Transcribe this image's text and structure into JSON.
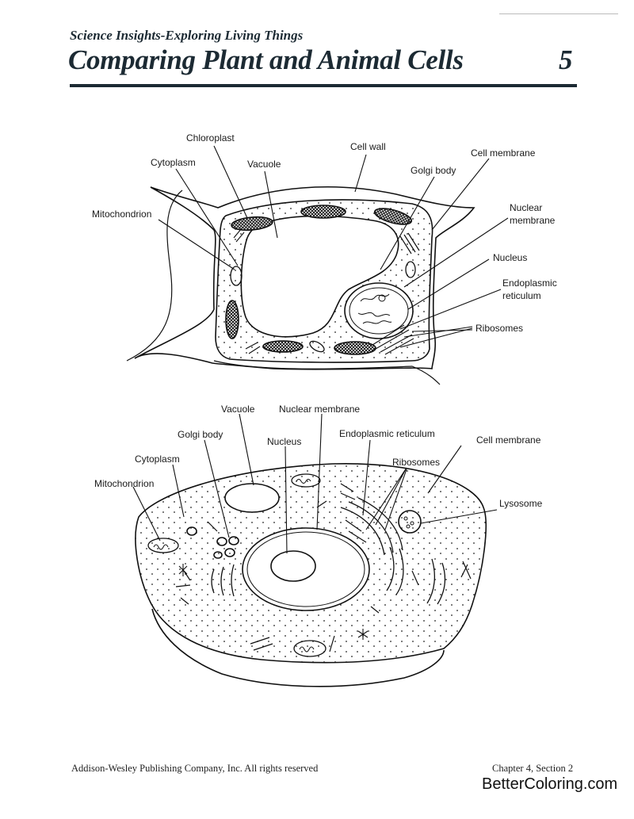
{
  "header": {
    "series": "Science Insights-Exploring Living Things",
    "title": "Comparing Plant and Animal Cells",
    "page_number": "5"
  },
  "plant_cell": {
    "labels": {
      "chloroplast": "Chloroplast",
      "cytoplasm": "Cytoplasm",
      "vacuole": "Vacuole",
      "cell_wall": "Cell wall",
      "cell_membrane": "Cell membrane",
      "golgi_body": "Golgi body",
      "mitochondrion": "Mitochondrion",
      "nuclear_membrane_1": "Nuclear",
      "nuclear_membrane_2": "membrane",
      "nucleus": "Nucleus",
      "er_1": "Endoplasmic",
      "er_2": "reticulum",
      "ribosomes": "Ribosomes"
    }
  },
  "animal_cell": {
    "labels": {
      "vacuole": "Vacuole",
      "nuclear_membrane": "Nuclear membrane",
      "golgi_body": "Golgi body",
      "nucleus": "Nucleus",
      "er": "Endoplasmic reticulum",
      "cell_membrane": "Cell membrane",
      "cytoplasm": "Cytoplasm",
      "ribosomes": "Ribosomes",
      "mitochondrion": "Mitochondrion",
      "lysosome": "Lysosome"
    }
  },
  "footer": {
    "publisher": "Addison-Wesley Publishing Company, Inc. All rights reserved",
    "chapter": "Chapter 4, Section 2",
    "watermark": "BetterColoring.com"
  }
}
